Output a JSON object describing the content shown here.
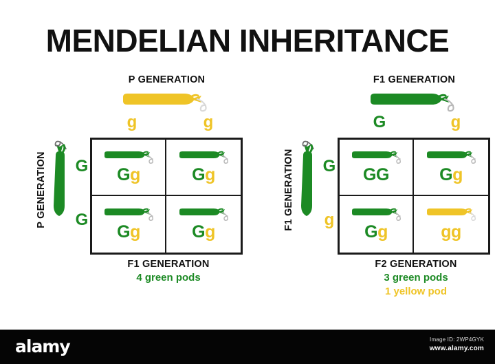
{
  "title": "MENDELIAN INHERITANCE",
  "colors": {
    "green": "#1c8a24",
    "yellow": "#efc427",
    "grid_line": "#1a1a1a",
    "title": "#111111",
    "background": "#ffffff",
    "watermark_bar": "#050505"
  },
  "diagrams": [
    {
      "id": "cross-1",
      "top_header": "P GENERATION",
      "top_parent_pod": "yellow-pod-icon",
      "top_parent_pod_color": "yellow",
      "column_alleles": [
        {
          "label": "g",
          "color": "yellow"
        },
        {
          "label": "g",
          "color": "yellow"
        }
      ],
      "side_label": "P GENERATION",
      "side_parent_pod": "green-pod-icon",
      "side_parent_pod_color": "green",
      "row_alleles": [
        {
          "label": "G",
          "color": "green"
        },
        {
          "label": "G",
          "color": "green"
        }
      ],
      "cells": [
        {
          "pod_color": "green",
          "allele1": "G",
          "allele1_color": "green",
          "allele2": "g",
          "allele2_color": "yellow"
        },
        {
          "pod_color": "green",
          "allele1": "G",
          "allele1_color": "green",
          "allele2": "g",
          "allele2_color": "yellow"
        },
        {
          "pod_color": "green",
          "allele1": "G",
          "allele1_color": "green",
          "allele2": "g",
          "allele2_color": "yellow"
        },
        {
          "pod_color": "green",
          "allele1": "G",
          "allele1_color": "green",
          "allele2": "g",
          "allele2_color": "yellow"
        }
      ],
      "bottom_title": "F1 GENERATION",
      "bottom_lines": [
        {
          "text": "4 green pods",
          "color": "green"
        }
      ]
    },
    {
      "id": "cross-2",
      "top_header": "F1 GENERATION",
      "top_parent_pod": "green-pod-icon",
      "top_parent_pod_color": "green",
      "column_alleles": [
        {
          "label": "G",
          "color": "green"
        },
        {
          "label": "g",
          "color": "yellow"
        }
      ],
      "side_label": "F1 GENERATION",
      "side_parent_pod": "green-pod-icon",
      "side_parent_pod_color": "green",
      "row_alleles": [
        {
          "label": "G",
          "color": "green"
        },
        {
          "label": "g",
          "color": "yellow"
        }
      ],
      "cells": [
        {
          "pod_color": "green",
          "allele1": "G",
          "allele1_color": "green",
          "allele2": "G",
          "allele2_color": "green"
        },
        {
          "pod_color": "green",
          "allele1": "G",
          "allele1_color": "green",
          "allele2": "g",
          "allele2_color": "yellow"
        },
        {
          "pod_color": "green",
          "allele1": "G",
          "allele1_color": "green",
          "allele2": "g",
          "allele2_color": "yellow"
        },
        {
          "pod_color": "yellow",
          "allele1": "g",
          "allele1_color": "yellow",
          "allele2": "g",
          "allele2_color": "yellow"
        }
      ],
      "bottom_title": "F2 GENERATION",
      "bottom_lines": [
        {
          "text": "3 green pods",
          "color": "green"
        },
        {
          "text": "1 yellow pod",
          "color": "yellow"
        }
      ]
    }
  ],
  "watermark": {
    "logo": "alamy",
    "image_id": "Image ID: 2WP4GYK",
    "url": "www.alamy.com"
  }
}
